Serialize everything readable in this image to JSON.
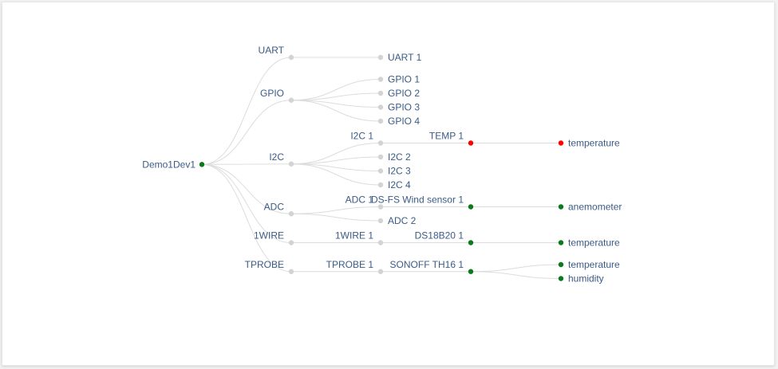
{
  "colors": {
    "link": "#dcdcdc",
    "label": "#3b5b86",
    "node_inactive": "#d3d3d3",
    "node_ok": "#0a7a1a",
    "node_alert": "#ff0000"
  },
  "tree": {
    "label": "Demo1Dev1",
    "status": "ok",
    "children": [
      {
        "label": "UART",
        "status": "inactive",
        "children": [
          {
            "label": "UART 1",
            "status": "inactive",
            "children": []
          }
        ]
      },
      {
        "label": "GPIO",
        "status": "inactive",
        "children": [
          {
            "label": "GPIO 1",
            "status": "inactive",
            "children": []
          },
          {
            "label": "GPIO 2",
            "status": "inactive",
            "children": []
          },
          {
            "label": "GPIO 3",
            "status": "inactive",
            "children": []
          },
          {
            "label": "GPIO 4",
            "status": "inactive",
            "children": []
          }
        ]
      },
      {
        "label": "I2C",
        "status": "inactive",
        "children": [
          {
            "label": "I2C 1",
            "status": "inactive",
            "children": [
              {
                "label": "TEMP 1",
                "status": "alert",
                "children": [
                  {
                    "label": "temperature",
                    "status": "alert",
                    "children": []
                  }
                ]
              }
            ]
          },
          {
            "label": "I2C 2",
            "status": "inactive",
            "children": []
          },
          {
            "label": "I2C 3",
            "status": "inactive",
            "children": []
          },
          {
            "label": "I2C 4",
            "status": "inactive",
            "children": []
          }
        ]
      },
      {
        "label": "ADC",
        "status": "inactive",
        "children": [
          {
            "label": "ADC 1",
            "status": "inactive",
            "children": [
              {
                "label": "DS-FS Wind sensor 1",
                "status": "ok",
                "children": [
                  {
                    "label": "anemometer",
                    "status": "ok",
                    "children": []
                  }
                ]
              }
            ]
          },
          {
            "label": "ADC 2",
            "status": "inactive",
            "children": []
          }
        ]
      },
      {
        "label": "1WIRE",
        "status": "inactive",
        "children": [
          {
            "label": "1WIRE 1",
            "status": "inactive",
            "children": [
              {
                "label": "DS18B20 1",
                "status": "ok",
                "children": [
                  {
                    "label": "temperature",
                    "status": "ok",
                    "children": []
                  }
                ]
              }
            ]
          }
        ]
      },
      {
        "label": "TPROBE",
        "status": "inactive",
        "children": [
          {
            "label": "TPROBE 1",
            "status": "inactive",
            "children": [
              {
                "label": "SONOFF TH16 1",
                "status": "ok",
                "children": [
                  {
                    "label": "temperature",
                    "status": "ok",
                    "children": []
                  },
                  {
                    "label": "humidity",
                    "status": "ok",
                    "children": []
                  }
                ]
              }
            ]
          }
        ]
      }
    ]
  }
}
